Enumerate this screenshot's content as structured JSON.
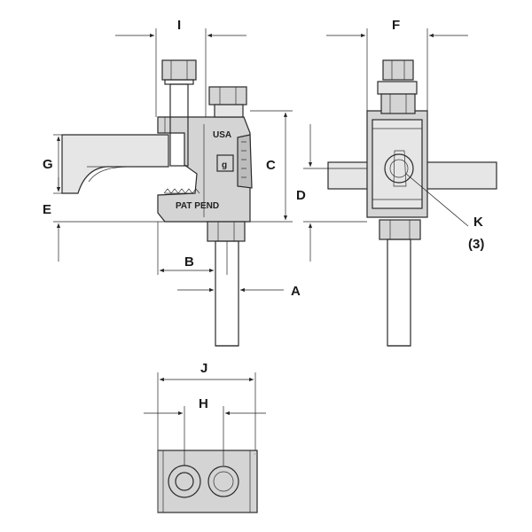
{
  "dimensions": {
    "I": "I",
    "F": "F",
    "G": "G",
    "E": "E",
    "C": "C",
    "D": "D",
    "B": "B",
    "A": "A",
    "K": "K",
    "K_count": "(3)",
    "J": "J",
    "H": "H"
  },
  "markings": {
    "origin": "USA",
    "logo": "g",
    "patent": "PAT PEND"
  }
}
